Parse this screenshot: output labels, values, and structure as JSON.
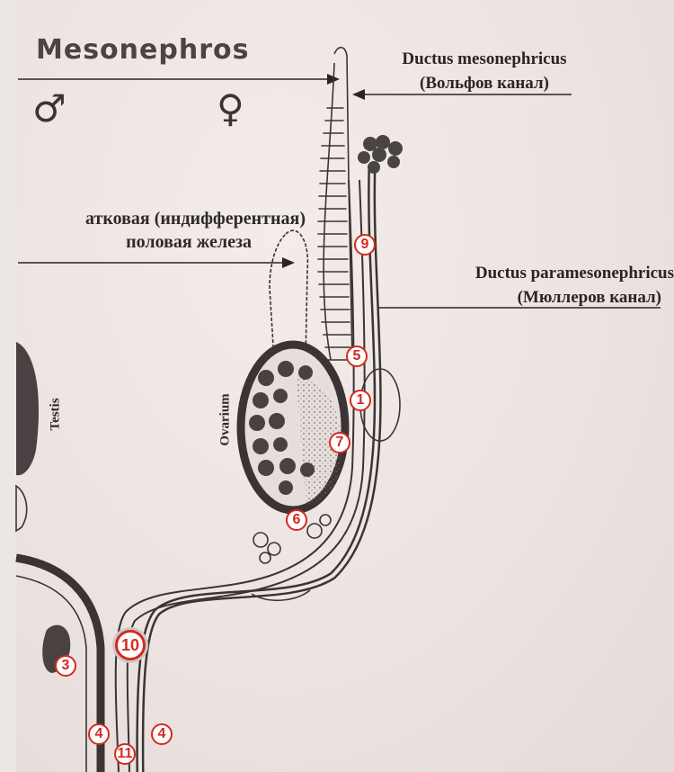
{
  "labels": {
    "mesonephros": "Mesonephros",
    "male_symbol": "♂",
    "female_symbol": "♀",
    "ductus_mesonephricus": {
      "latin": "Ductus mesonephricus",
      "ru": "(Вольфов канал)"
    },
    "indifferent_gonad": {
      "line1": "атковая (индифферентная)",
      "line2": "половая железа"
    },
    "ductus_paramesonephricus": {
      "latin": "Ductus paramesonephricus",
      "ru": "(Мюллеров канал)"
    },
    "testis": "Testis",
    "ovarium": "Ovarium"
  },
  "markers": {
    "m9": "9",
    "m5": "5",
    "m1": "1",
    "m7": "7",
    "m6": "6",
    "m10": "10",
    "m3": "3",
    "m4_left": "4",
    "m4_right": "4",
    "m11": "11"
  },
  "colors": {
    "paper": "#ede7e4",
    "ink": "#3a3434",
    "marker_red": "#d42a20"
  }
}
